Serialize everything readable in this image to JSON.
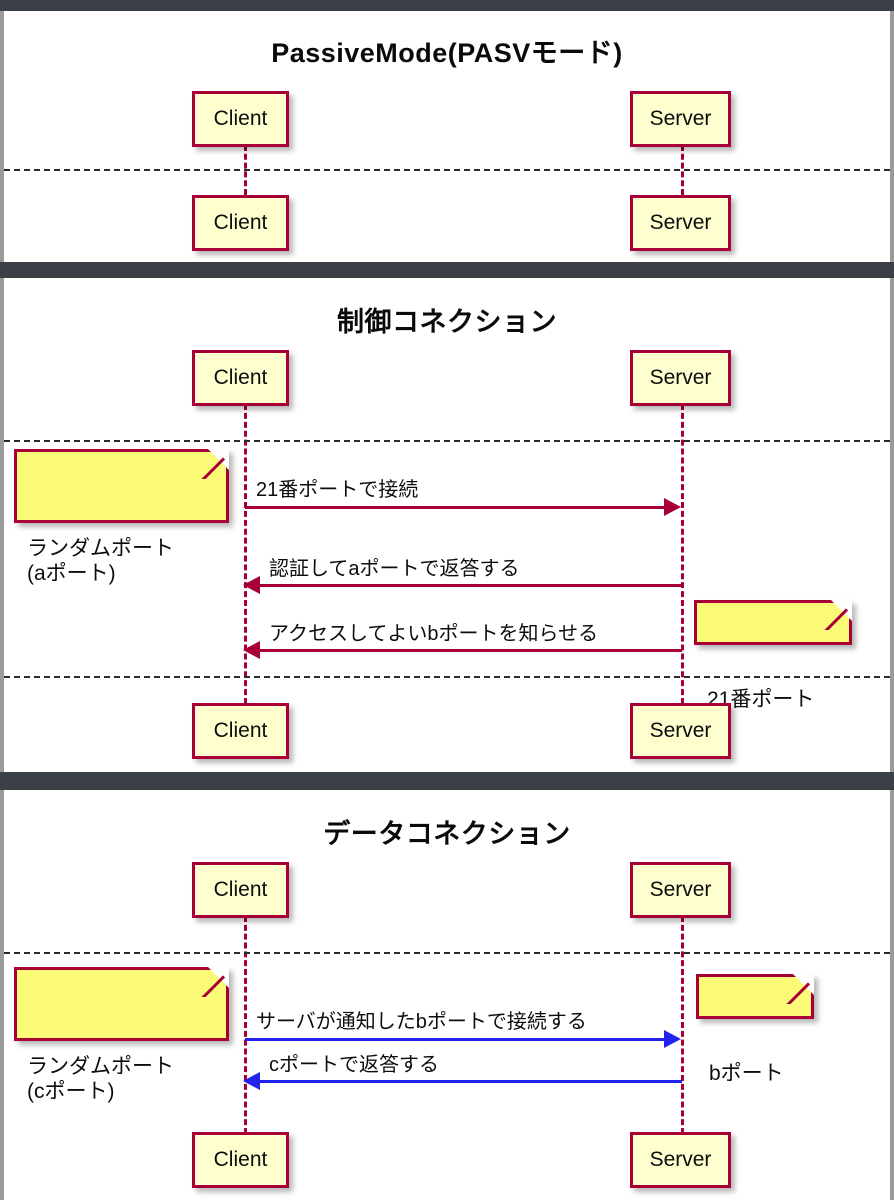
{
  "page": {
    "background": "#ffffff",
    "bar_color": "#3a4046",
    "accent_crimson": "#a80036",
    "accent_blue": "#2222ee",
    "participant_fill": "#fefece",
    "note_fill": "#fbfb77"
  },
  "panels": [
    {
      "id": "panel-passive-mode",
      "title": "PassiveMode(PASVモード)",
      "participants_top": [
        {
          "label": "Client"
        },
        {
          "label": "Server"
        }
      ],
      "participants_bottom": [
        {
          "label": "Client"
        },
        {
          "label": "Server"
        }
      ],
      "notes": [],
      "messages": []
    },
    {
      "id": "panel-control-connection",
      "title": "制御コネクション",
      "participants_top": [
        {
          "label": "Client"
        },
        {
          "label": "Server"
        }
      ],
      "participants_bottom": [
        {
          "label": "Client"
        },
        {
          "label": "Server"
        }
      ],
      "notes": [
        {
          "id": "note-random-port-a",
          "text": "ランダムポート\n(aポート)",
          "side": "left",
          "color": "#fbfb77"
        },
        {
          "id": "note-port-21",
          "text": "21番ポート",
          "side": "right",
          "color": "#fbfb77"
        }
      ],
      "messages": [
        {
          "id": "msg-connect-port-21",
          "label": "21番ポートで接続",
          "direction": "right",
          "color": "#a80036"
        },
        {
          "id": "msg-auth-reply-a-port",
          "label": "認証してaポートで返答する",
          "direction": "left",
          "color": "#a80036"
        },
        {
          "id": "msg-announce-b-port",
          "label": "アクセスしてよいbポートを知らせる",
          "direction": "left",
          "color": "#a80036"
        }
      ]
    },
    {
      "id": "panel-data-connection",
      "title": "データコネクション",
      "participants_top": [
        {
          "label": "Client"
        },
        {
          "label": "Server"
        }
      ],
      "participants_bottom": [
        {
          "label": "Client"
        },
        {
          "label": "Server"
        }
      ],
      "notes": [
        {
          "id": "note-random-port-c",
          "text": "ランダムポート\n(cポート)",
          "side": "left",
          "color": "#fbfb77"
        },
        {
          "id": "note-port-b",
          "text": "bポート",
          "side": "right",
          "color": "#fbfb77"
        }
      ],
      "messages": [
        {
          "id": "msg-connect-b-port",
          "label": "サーバが通知したbポートで接続する",
          "direction": "right",
          "color": "#2222ee"
        },
        {
          "id": "msg-reply-c-port",
          "label": "cポートで返答する",
          "direction": "left",
          "color": "#2222ee"
        }
      ]
    }
  ]
}
